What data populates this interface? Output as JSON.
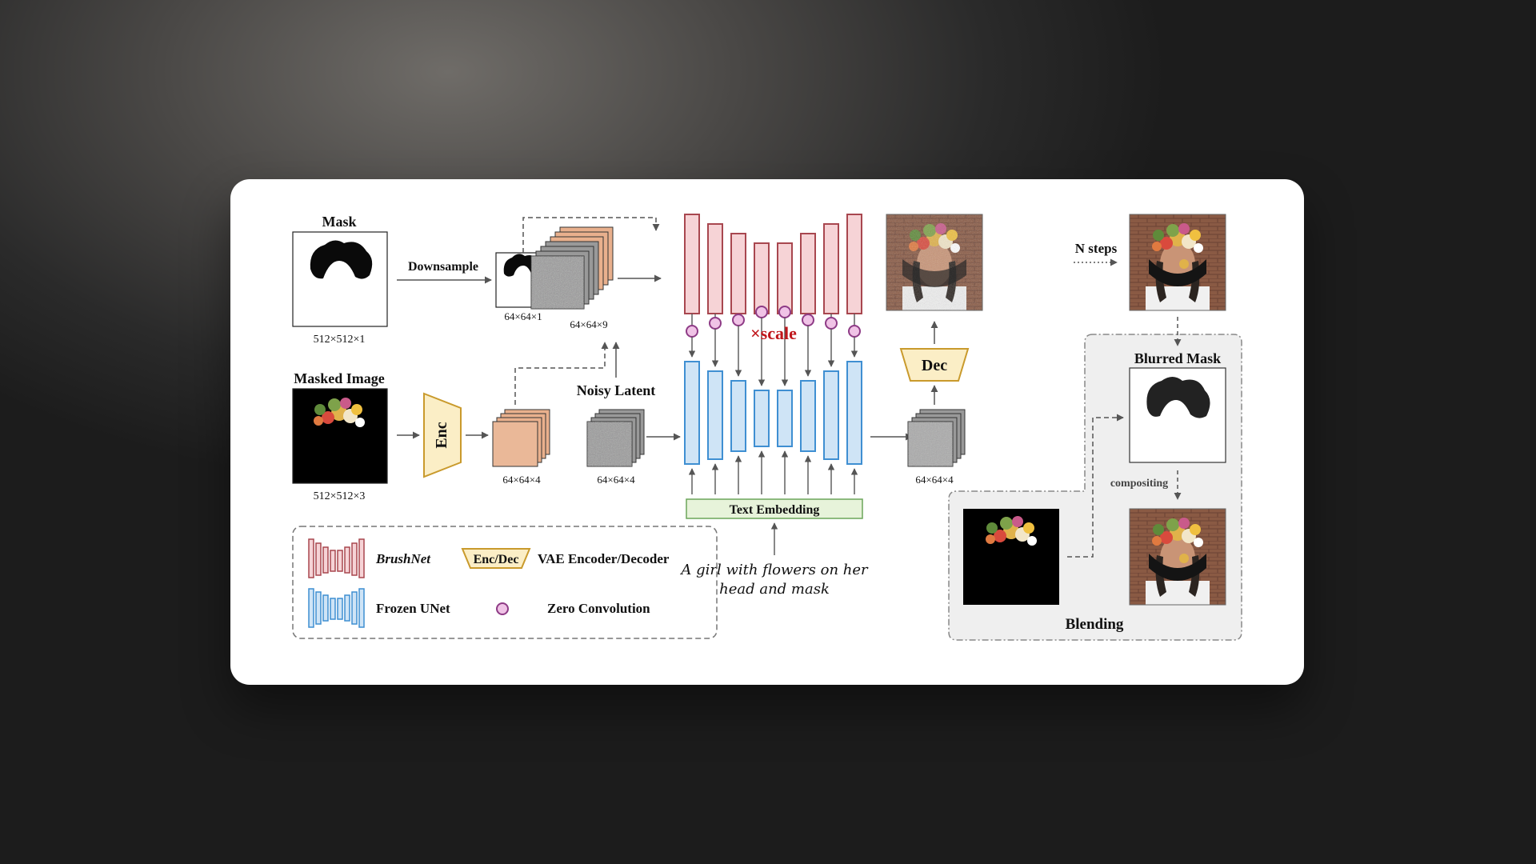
{
  "labels": {
    "mask": "Mask",
    "mask_dim": "512×512×1",
    "downsample": "Downsample",
    "down_dim": "64×64×1",
    "concat_dim": "64×64×9",
    "masked_image": "Masked Image",
    "masked_dim": "512×512×3",
    "enc": "Enc",
    "latent_dim": "64×64×4",
    "noisy_latent": "Noisy Latent",
    "noisy_dim": "64×64×4",
    "scale": "×scale",
    "text_embedding": "Text Embedding",
    "prompt_line1": "A girl with flowers on her",
    "prompt_line2": "head and mask",
    "dec": "Dec",
    "out_dim": "64×64×4",
    "n_steps": "N steps",
    "blurred_mask": "Blurred Mask",
    "compositing": "compositing",
    "blending": "Blending"
  },
  "legend": {
    "brushnet": "BrushNet",
    "encdec_box": "Enc/Dec",
    "encdec_desc": "VAE Encoder/Decoder",
    "frozen_unet": "Frozen UNet",
    "zero_conv": "Zero Convolution"
  },
  "colors": {
    "brushnet_fill": "#f6d3d6",
    "brushnet_stroke": "#a8474f",
    "unet_fill": "#cfe4f6",
    "unet_stroke": "#3f8fd2",
    "vae_fill": "#fbeec6",
    "vae_stroke": "#c99a2c",
    "zero_conv_fill": "#f0c3e6",
    "zero_conv_stroke": "#8e3b86",
    "latent_orange": "#e9b08d",
    "scale_red": "#c0161b",
    "text_embed_fill": "#e7f3da",
    "text_embed_stroke": "#6ba55a",
    "blend_bg": "#efefef"
  }
}
